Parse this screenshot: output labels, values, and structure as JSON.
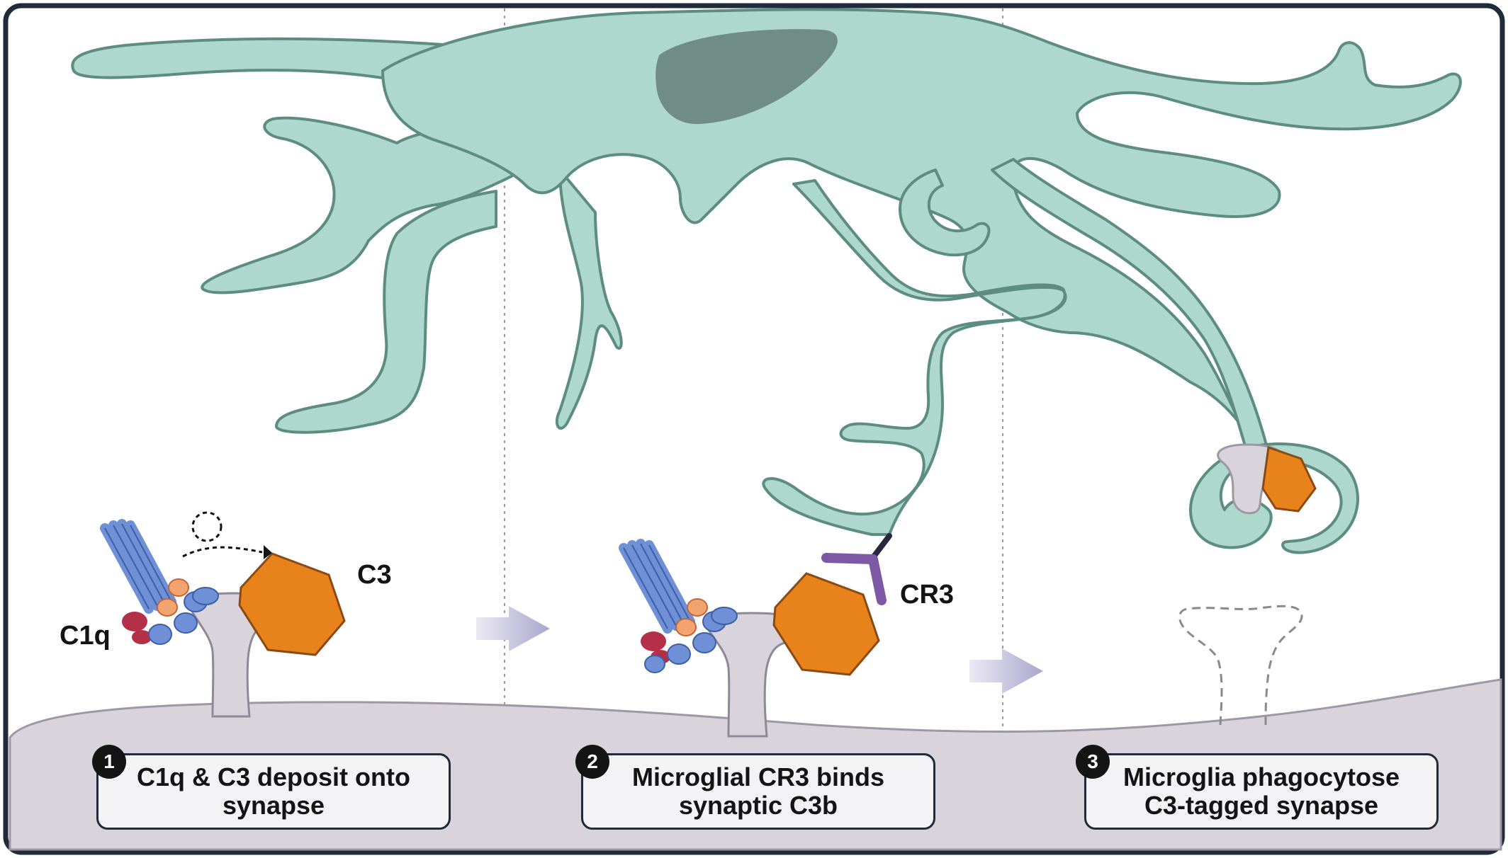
{
  "labels": {
    "c1q": "C1q",
    "c3": "C3",
    "cr3": "CR3"
  },
  "steps": [
    {
      "number": "1",
      "line1": "C1q & C3 deposit onto",
      "line2": "synapse"
    },
    {
      "number": "2",
      "line1": "Microglial CR3 binds",
      "line2": "synaptic C3b"
    },
    {
      "number": "3",
      "line1": "Microglia phagocytose",
      "line2": "C3-tagged synapse"
    }
  ],
  "colors": {
    "microglia_fill": "#aed8ce",
    "microglia_stroke": "#5d8c80",
    "nucleus": "#6f8d86",
    "c3_fill": "#e8821a",
    "synapse_fill": "#d9d4dc",
    "c1q_blue": "#6f8fd6",
    "cr3_purple": "#7d58a4",
    "frame": "#1f2a3a"
  }
}
